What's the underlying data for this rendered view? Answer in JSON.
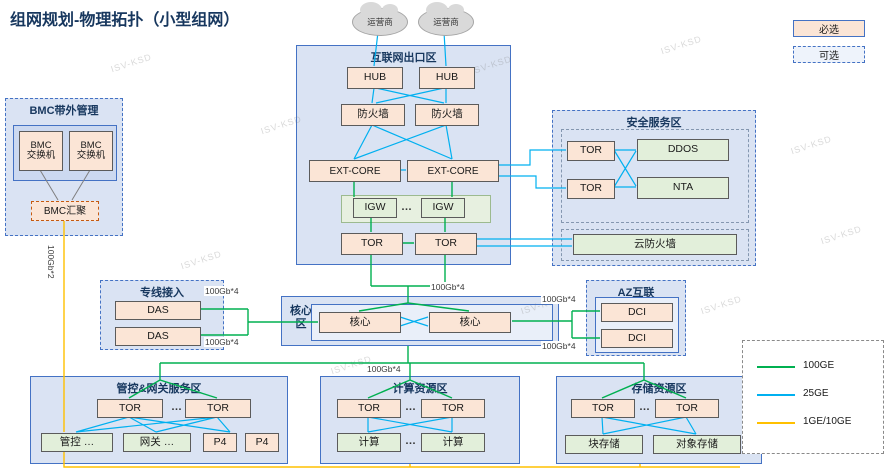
{
  "title": "组网规划-物理拓扑（小型组网）",
  "legend_top": {
    "required": "必选",
    "optional": "可选"
  },
  "clouds": {
    "c1": "运营商",
    "c2": "运营商"
  },
  "internet": {
    "title": "互联网出口区",
    "hub1": "HUB",
    "hub2": "HUB",
    "fw1": "防火墙",
    "fw2": "防火墙",
    "ext1": "EXT-CORE",
    "ext2": "EXT-CORE",
    "igw1": "IGW",
    "igw2": "IGW",
    "dots": "…",
    "tor1": "TOR",
    "tor2": "TOR"
  },
  "bmc": {
    "title": "BMC带外管理",
    "sw_line1": "BMC",
    "sw_line2": "交换机",
    "agg": "BMC汇聚"
  },
  "security": {
    "title": "安全服务区",
    "tor1": "TOR",
    "tor2": "TOR",
    "ddos": "DDOS",
    "nta": "NTA",
    "cloudfw": "云防火墙"
  },
  "leased": {
    "title": "专线接入",
    "das1": "DAS",
    "das2": "DAS"
  },
  "core": {
    "title": "核心区",
    "core1": "核心",
    "core2": "核心"
  },
  "az": {
    "title": "AZ互联",
    "dci1": "DCI",
    "dci2": "DCI"
  },
  "mgmt": {
    "title": "管控&网关服务区",
    "tor1": "TOR",
    "tor2": "TOR",
    "dots": "…",
    "ctrl": "管控 …",
    "gw": "网关 …",
    "p4a": "P4",
    "p4b": "P4"
  },
  "compute": {
    "title": "计算资源区",
    "tor1": "TOR",
    "tor2": "TOR",
    "dots": "…",
    "c1": "计算",
    "c2": "计算"
  },
  "storage": {
    "title": "存储资源区",
    "tor1": "TOR",
    "tor2": "TOR",
    "dots": "…",
    "block": "块存储",
    "object": "对象存储"
  },
  "legend": {
    "items": [
      {
        "label": "100GE",
        "color": "#00b050"
      },
      {
        "label": "25GE",
        "color": "#00b0f0"
      },
      {
        "label": "1GE/10GE",
        "color": "#ffc000"
      }
    ]
  },
  "links": {
    "l1": "100Gb*2",
    "l2": "100Gb*4",
    "l3": "100Gb*4",
    "l4": "100Gb*4",
    "l5": "100Gb*4",
    "l6": "100Gb*4",
    "l7": "100Gb*4"
  },
  "watermark": "ISV-KSD"
}
